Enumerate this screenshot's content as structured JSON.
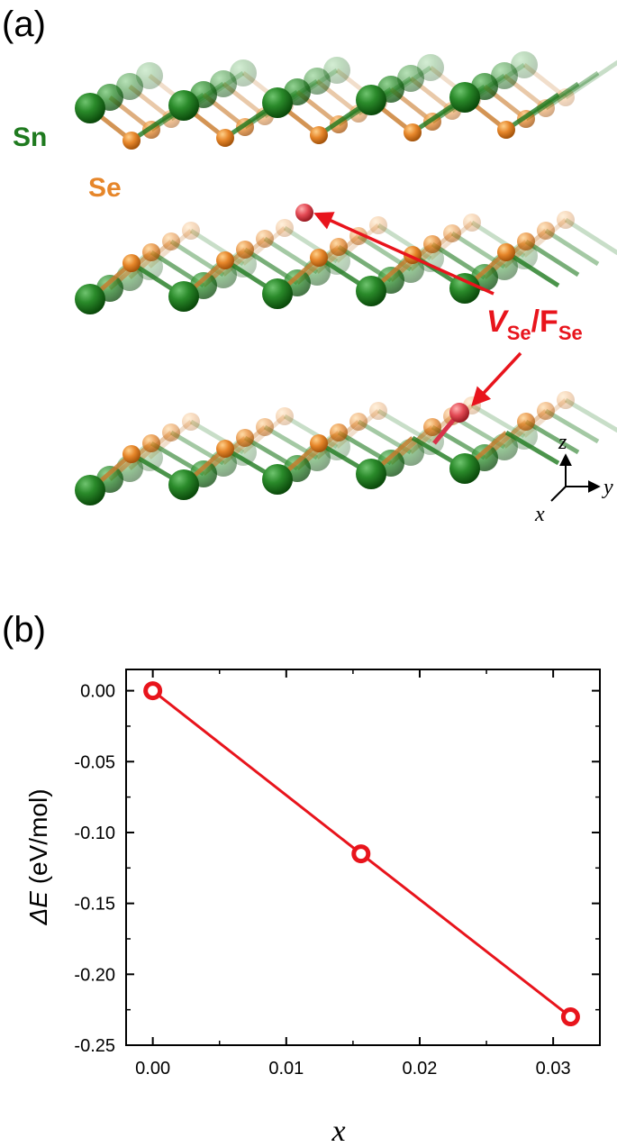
{
  "panel_a": {
    "label": "(a)",
    "element_sn": "Sn",
    "element_se": "Se",
    "defect_v": "V",
    "defect_v_sub": "Se",
    "defect_sep": "/F",
    "defect_f_sub": "Se",
    "axis_z": "z",
    "axis_y": "y",
    "axis_x": "x",
    "colors": {
      "sn": "#1f7a1f",
      "se": "#e6862a",
      "defect": "#e8141c"
    }
  },
  "panel_b": {
    "label": "(b)"
  },
  "chart_data": {
    "type": "line",
    "xlabel": "x",
    "ylabel_symbol": "ΔE",
    "ylabel_unit": "(eV/mol)",
    "xlim": [
      -0.002,
      0.0335
    ],
    "ylim": [
      -0.25,
      0.015
    ],
    "xticks": [
      "0.00",
      "0.01",
      "0.02",
      "0.03"
    ],
    "yticks": [
      "0.00",
      "-0.05",
      "-0.10",
      "-0.15",
      "-0.20",
      "-0.25"
    ],
    "grid": false,
    "series": [
      {
        "x": [
          0.0,
          0.0156,
          0.0313
        ],
        "y": [
          0.0,
          -0.115,
          -0.23
        ],
        "color": "#e8141c",
        "marker": "open-circle"
      }
    ]
  }
}
